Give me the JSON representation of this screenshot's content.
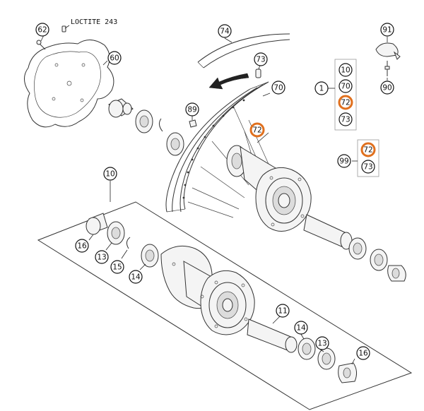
{
  "note": {
    "text": "LOCTITE 243"
  },
  "colors": {
    "highlight": "#e0701e",
    "ink": "#111111"
  },
  "callouts": [
    {
      "id": "c62",
      "label": "62"
    },
    {
      "id": "c60",
      "label": "60"
    },
    {
      "id": "c74",
      "label": "74"
    },
    {
      "id": "c73a",
      "label": "73"
    },
    {
      "id": "c70a",
      "label": "70"
    },
    {
      "id": "c89",
      "label": "89"
    },
    {
      "id": "c72a",
      "label": "72",
      "highlight": true
    },
    {
      "id": "c91",
      "label": "91"
    },
    {
      "id": "c90",
      "label": "90"
    },
    {
      "id": "c1",
      "label": "1"
    },
    {
      "id": "c10a",
      "label": "10"
    },
    {
      "id": "c70b",
      "label": "70"
    },
    {
      "id": "c72b",
      "label": "72",
      "highlight": true
    },
    {
      "id": "c73b",
      "label": "73"
    },
    {
      "id": "c99",
      "label": "99"
    },
    {
      "id": "c72c",
      "label": "72",
      "highlight": true
    },
    {
      "id": "c73c",
      "label": "73"
    },
    {
      "id": "c10b",
      "label": "10"
    },
    {
      "id": "c16a",
      "label": "16"
    },
    {
      "id": "c13a",
      "label": "13"
    },
    {
      "id": "c15",
      "label": "15"
    },
    {
      "id": "c14a",
      "label": "14"
    },
    {
      "id": "c11",
      "label": "11"
    },
    {
      "id": "c14b",
      "label": "14"
    },
    {
      "id": "c13b",
      "label": "13"
    },
    {
      "id": "c16b",
      "label": "16"
    }
  ]
}
